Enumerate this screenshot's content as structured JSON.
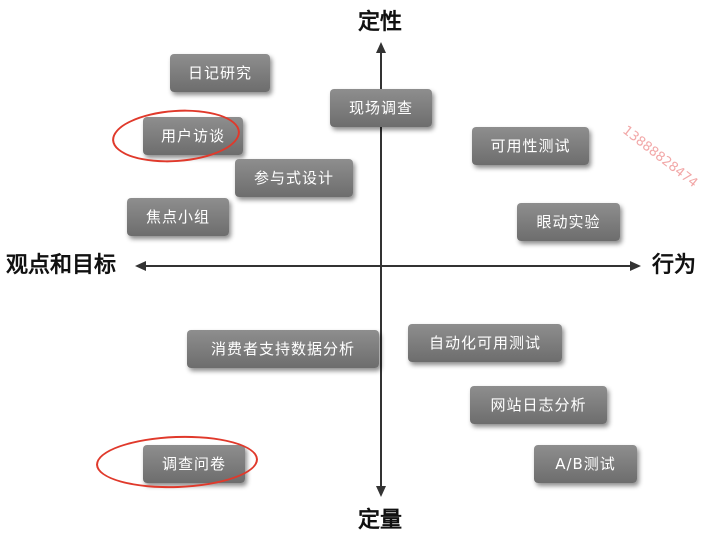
{
  "axes": {
    "top": "定性",
    "bottom": "定量",
    "left": "观点和目标",
    "right": "行为"
  },
  "methods": [
    "日记研究",
    "现场调查",
    "用户访谈",
    "可用性测试",
    "参与式设计",
    "焦点小组",
    "眼动实验",
    "消费者支持数据分析",
    "自动化可用测试",
    "网站日志分析",
    "调查问卷",
    "A/B测试"
  ],
  "highlighted": [
    "用户访谈",
    "调查问卷"
  ],
  "colors": {
    "box": "#7d7d7d",
    "box_text": "#ffffff",
    "highlight": "#e0392b",
    "axis": "#333333",
    "watermark": "#f2a8a8"
  },
  "watermark": "13888828474"
}
